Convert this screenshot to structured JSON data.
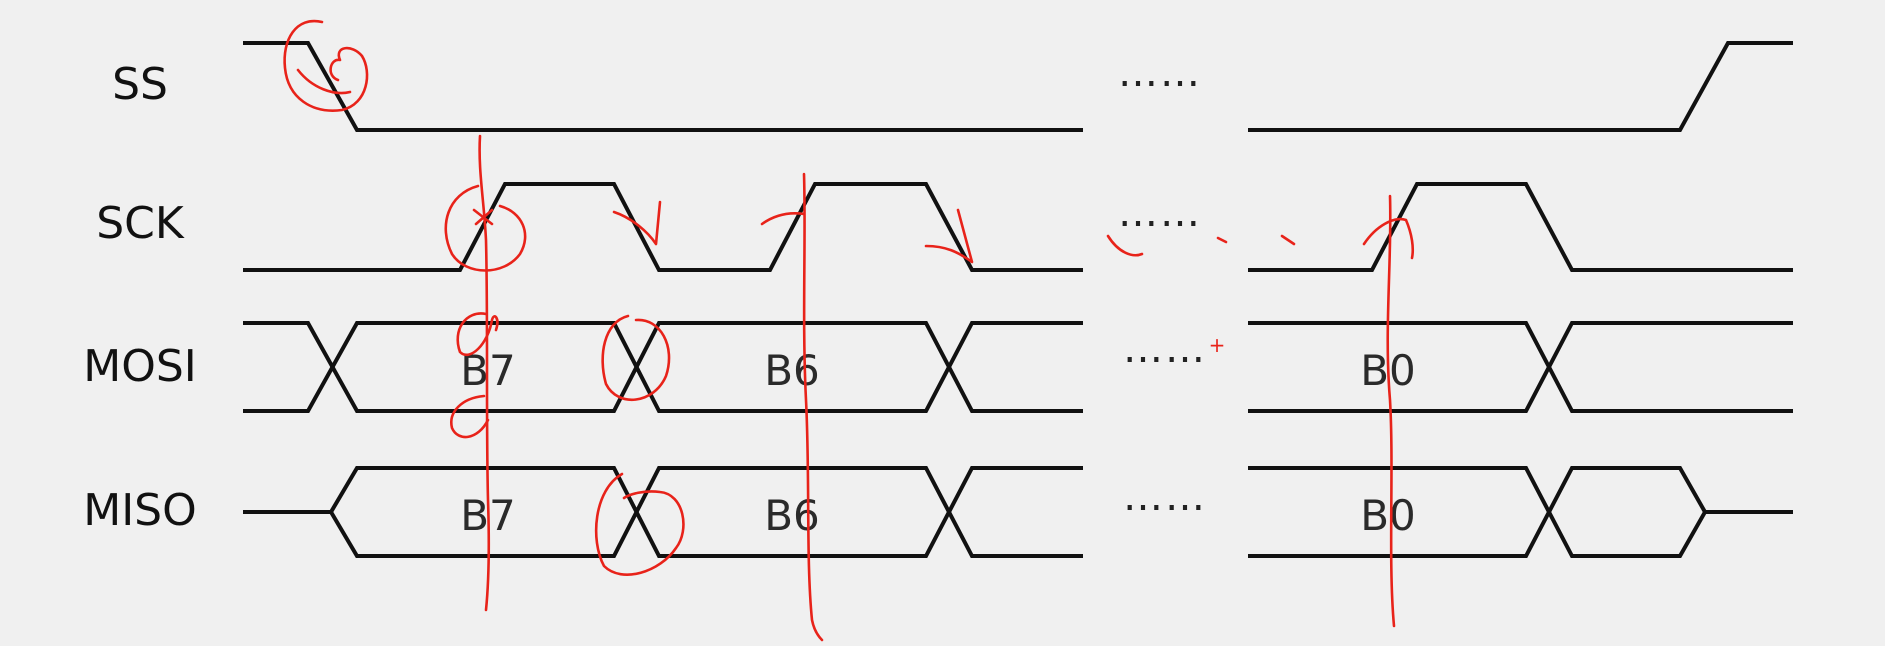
{
  "colors": {
    "background": "#f0f0f0",
    "waveform": "#111111",
    "annotation": "#e8231a"
  },
  "signals": [
    {
      "name": "SS"
    },
    {
      "name": "SCK"
    },
    {
      "name": "MOSI",
      "bits": [
        "B7",
        "B6",
        "B0"
      ]
    },
    {
      "name": "MISO",
      "bits": [
        "B7",
        "B6",
        "B0"
      ]
    }
  ],
  "ellipsis": "……",
  "annotations": {
    "plus_mark": "+"
  }
}
